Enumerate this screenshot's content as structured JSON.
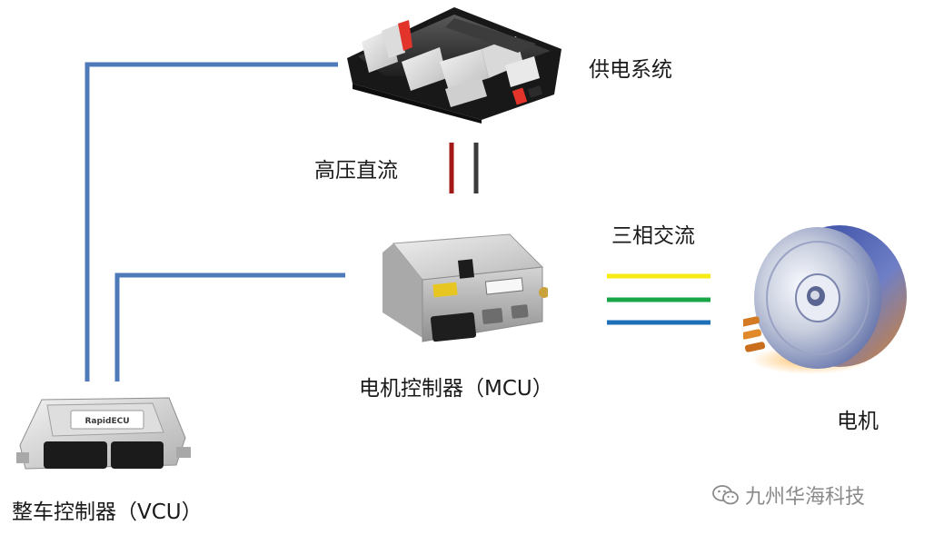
{
  "labels": {
    "power_system": "供电系统",
    "hv_dc": "高压直流",
    "three_phase_ac": "三相交流",
    "mcu": "电机控制器（MCU）",
    "motor": "电机",
    "vcu": "整车控制器（VCU）"
  },
  "device_text": {
    "vcu_brand": "RapidECU"
  },
  "watermark": {
    "text": "九州华海科技",
    "icon": "wechat-icon"
  },
  "colors": {
    "signal_wire": "#4f7ab9",
    "dc_positive": "#a51818",
    "dc_negative": "#3b3b3b",
    "phase_yellow": "#f6eb14",
    "phase_green": "#17a548",
    "phase_blue": "#1e6fb7",
    "battery_accent": "#e2342b"
  }
}
